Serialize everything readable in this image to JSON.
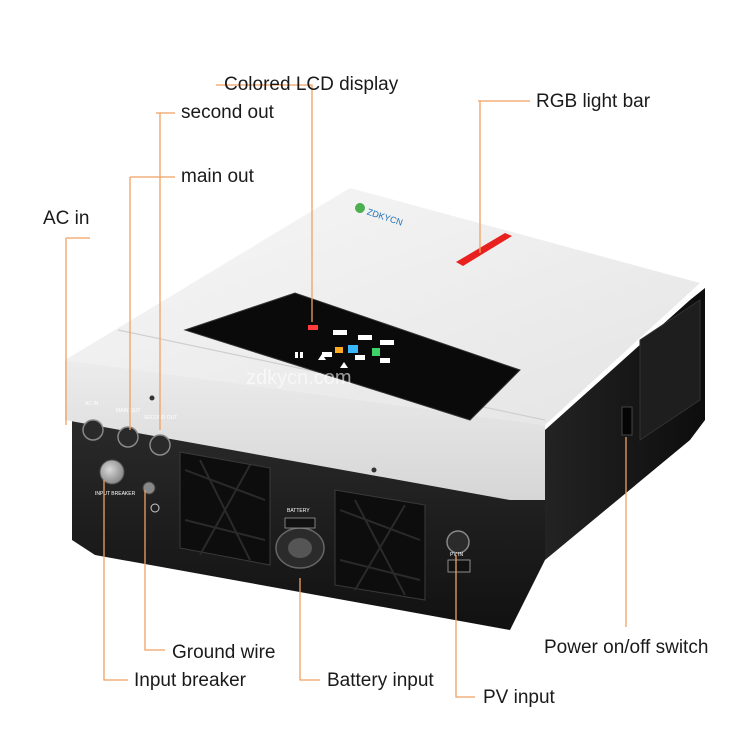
{
  "brand": {
    "logo_text": "ZDKYCN",
    "watermark": "zdkycn.com"
  },
  "panel_labels": {
    "ac_in": "AC IN",
    "main_out": "MAIN OUT",
    "second_out": "SECOND OUT",
    "battery": "BATTERY",
    "pv_in": "PV IN",
    "input_breaker": "INPUT BREAKER"
  },
  "callouts": {
    "lcd": "Colored LCD display",
    "second_out": "second out",
    "main_out": "main out",
    "ac_in": "AC in",
    "rgb": "RGB light bar",
    "ground": "Ground wire",
    "breaker": "Input breaker",
    "battery": "Battery input",
    "pv": "PV input",
    "power": "Power on/off switch"
  },
  "colors": {
    "callout_line": "#f0a060",
    "rgb_bar": "#e8211e",
    "body_top": "#f2f2f2",
    "body_front": "#1b1b1b"
  }
}
